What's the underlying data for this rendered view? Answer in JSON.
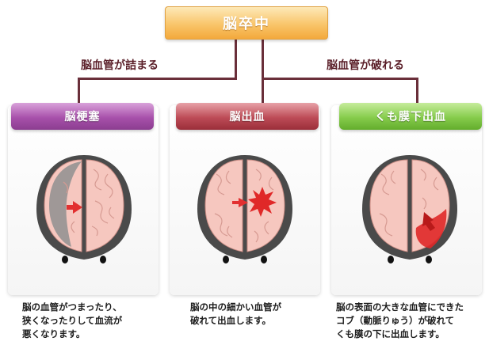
{
  "top": {
    "label": "脳卒中"
  },
  "branches": {
    "left_label": "脳血管が詰まる",
    "right_label": "脳血管が破れる"
  },
  "columns": [
    {
      "title": "脳梗塞",
      "color": "#a851ab",
      "description_lines": [
        "脳の血管がつまったり、",
        "狭くなったりして血流が",
        "悪くなります。"
      ]
    },
    {
      "title": "脳出血",
      "color": "#bd4c57",
      "description_lines": [
        "脳の中の細かい血管が",
        "破れて出血します。"
      ]
    },
    {
      "title": "くも膜下出血",
      "color": "#86cc4c",
      "description_lines": [
        "脳の表面の大きな血管にできた",
        "コブ（動脈りゅう）が破れて",
        "くも膜の下に出血します。"
      ]
    }
  ]
}
